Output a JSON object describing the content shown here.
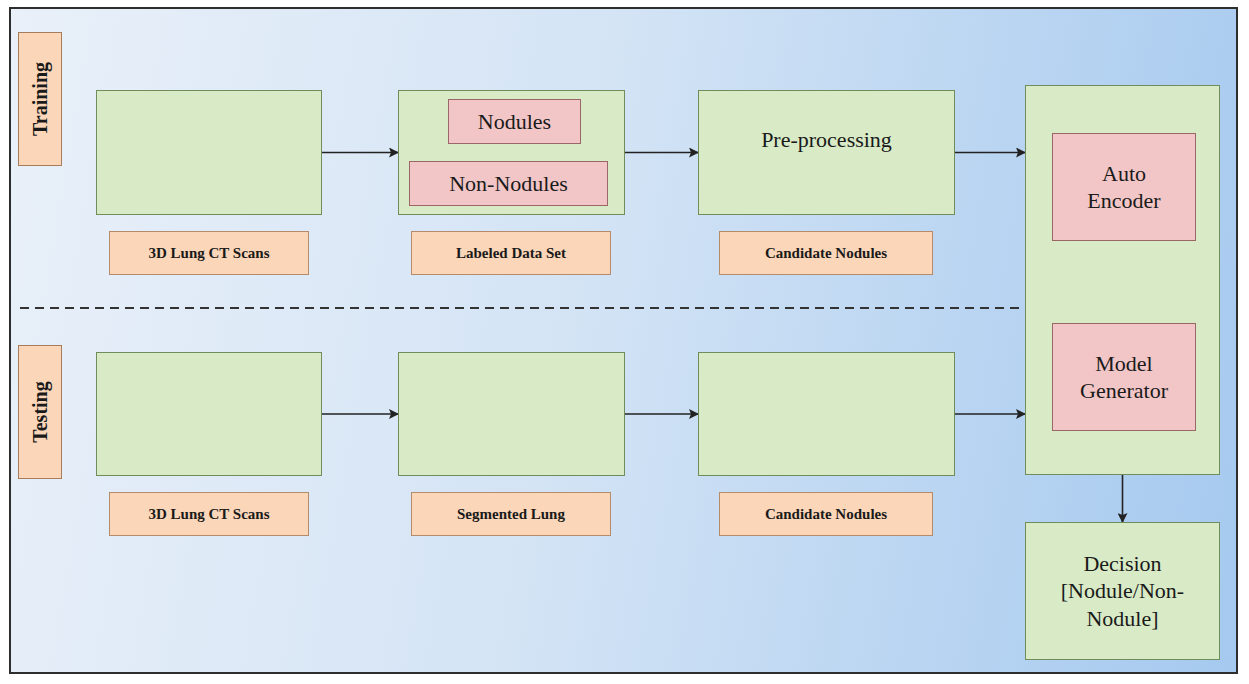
{
  "diagram": {
    "nodes": [
      {
        "text": [
          "Training"
        ]
      },
      {
        "text": [
          "3D Lung CT Scans"
        ]
      },
      {
        "text": [
          "Labeled Data Set"
        ]
      },
      {
        "text": [
          "Nodules"
        ],
        "in": 2
      },
      {
        "text": [
          "Non-Nodules"
        ],
        "in": 2
      },
      {
        "text": [
          "Pre-processing",
          "Candidate Nodules"
        ]
      },
      {
        "text": []
      },
      {
        "text": [
          "Auto Encoder"
        ],
        "in": 6
      },
      {
        "text": [
          "Model Generator"
        ],
        "in": 6
      },
      {
        "text": [
          "Testing"
        ]
      },
      {
        "text": [
          "3D Lung CT Scans"
        ]
      },
      {
        "text": [
          "Segmented Lung"
        ]
      },
      {
        "text": [
          "Candidate Nodules"
        ]
      },
      {
        "text": [
          "Decision [Nodule/Non-Nodule]"
        ]
      }
    ],
    "edges": [
      {
        "from": 1,
        "to": 2,
        "arrow": "to"
      },
      {
        "from": 2,
        "to": 5,
        "arrow": "to"
      },
      {
        "from": 5,
        "to": 6,
        "arrow": "to"
      },
      {
        "from": 10,
        "to": 11,
        "arrow": "to"
      },
      {
        "from": 11,
        "to": 12,
        "arrow": "to"
      },
      {
        "from": 12,
        "to": 6,
        "arrow": "to"
      },
      {
        "from": 7,
        "to": 8,
        "arrow": "to"
      },
      {
        "from": 6,
        "to": 13,
        "arrow": "to"
      }
    ]
  }
}
